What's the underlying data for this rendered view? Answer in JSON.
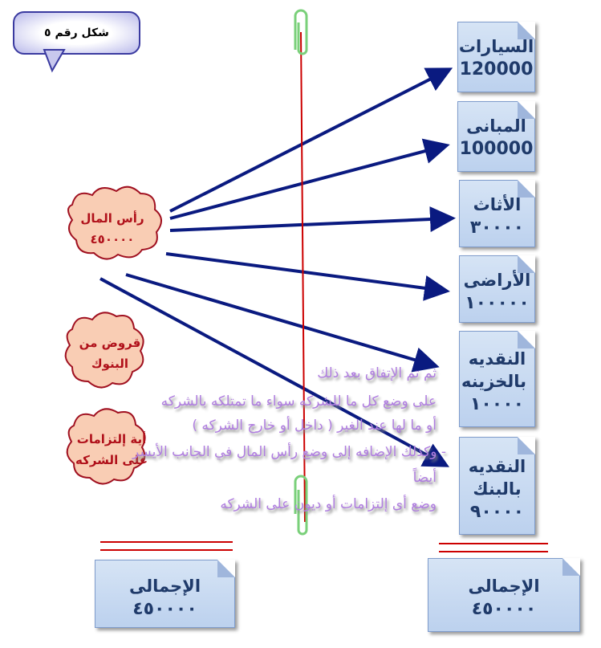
{
  "label": "شكل رقم ٥",
  "capital": {
    "title": "رأس المال",
    "value": "٤٥٠٠٠٠"
  },
  "loans": {
    "line1": "قروض من",
    "line2": "البنوك"
  },
  "liabilities": {
    "line1": "أية إلتزامات",
    "line2": "على الشركه"
  },
  "assets": [
    {
      "label": "السيارات",
      "value": "120000"
    },
    {
      "label": "المبانى",
      "value": "100000"
    },
    {
      "label": "الأثاث",
      "value": "٣٠٠٠٠"
    },
    {
      "label": "الأراضى",
      "value": "١٠٠٠٠٠"
    },
    {
      "label": "النقديه بالخزينه",
      "value": "١٠٠٠٠"
    },
    {
      "label": "النقديه بالبنك",
      "value": "٩٠٠٠٠"
    }
  ],
  "totals": {
    "left": {
      "label": "الإجمالى",
      "value": "٤٥٠٠٠٠"
    },
    "right": {
      "label": "الإجمالى",
      "value": "٤٥٠٠٠٠"
    }
  },
  "notes": [
    "ثم تم الإتفاق بعد ذلك",
    "على وضع كل ما للشركه سواء ما تمتلكه بالشركه",
    "أو ما لها عند الغير ( داخل أو خارج الشركه )",
    "- وكذلك الإضافه إلى وضع رأس المال في الجانب الأيسر",
    "أيضاً",
    "وضع أى إلتزامات أو ديون على الشركه"
  ]
}
